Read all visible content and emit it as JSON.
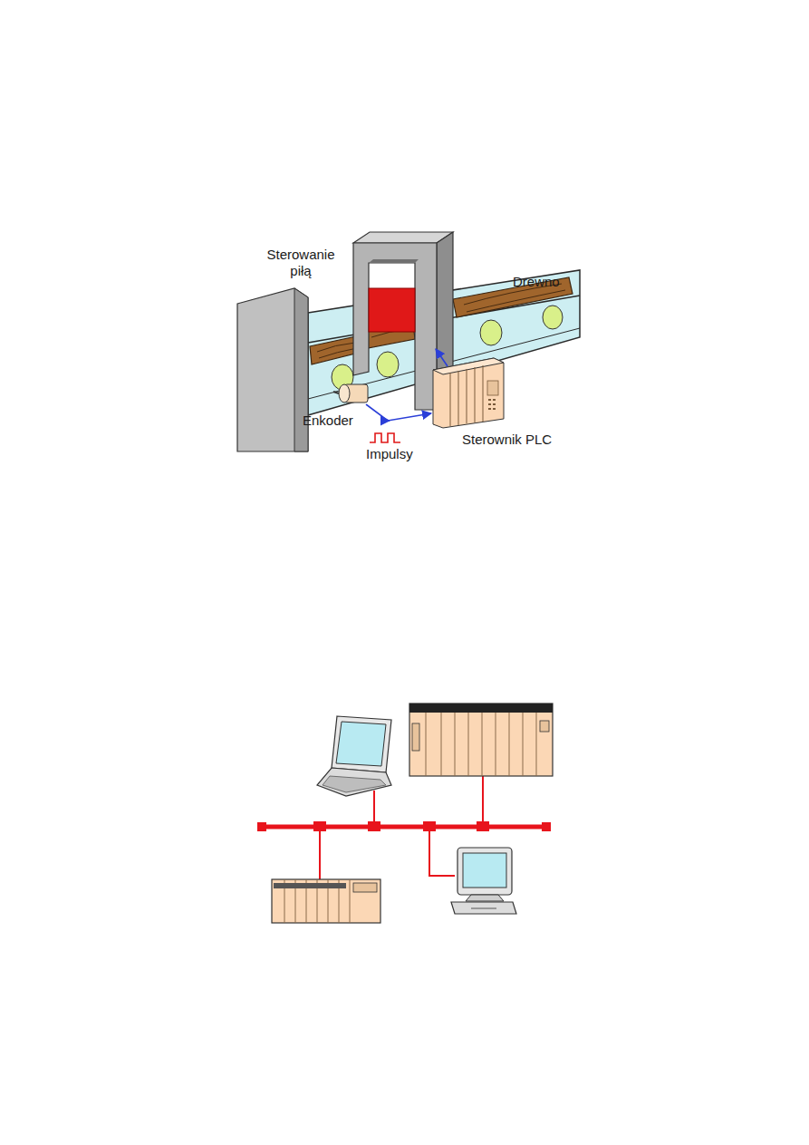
{
  "diagram": {
    "labels": [
      "Sterowanie piłą",
      "Drewno",
      "Enkoder",
      "Impulsy",
      "Sterownik PLC"
    ]
  }
}
